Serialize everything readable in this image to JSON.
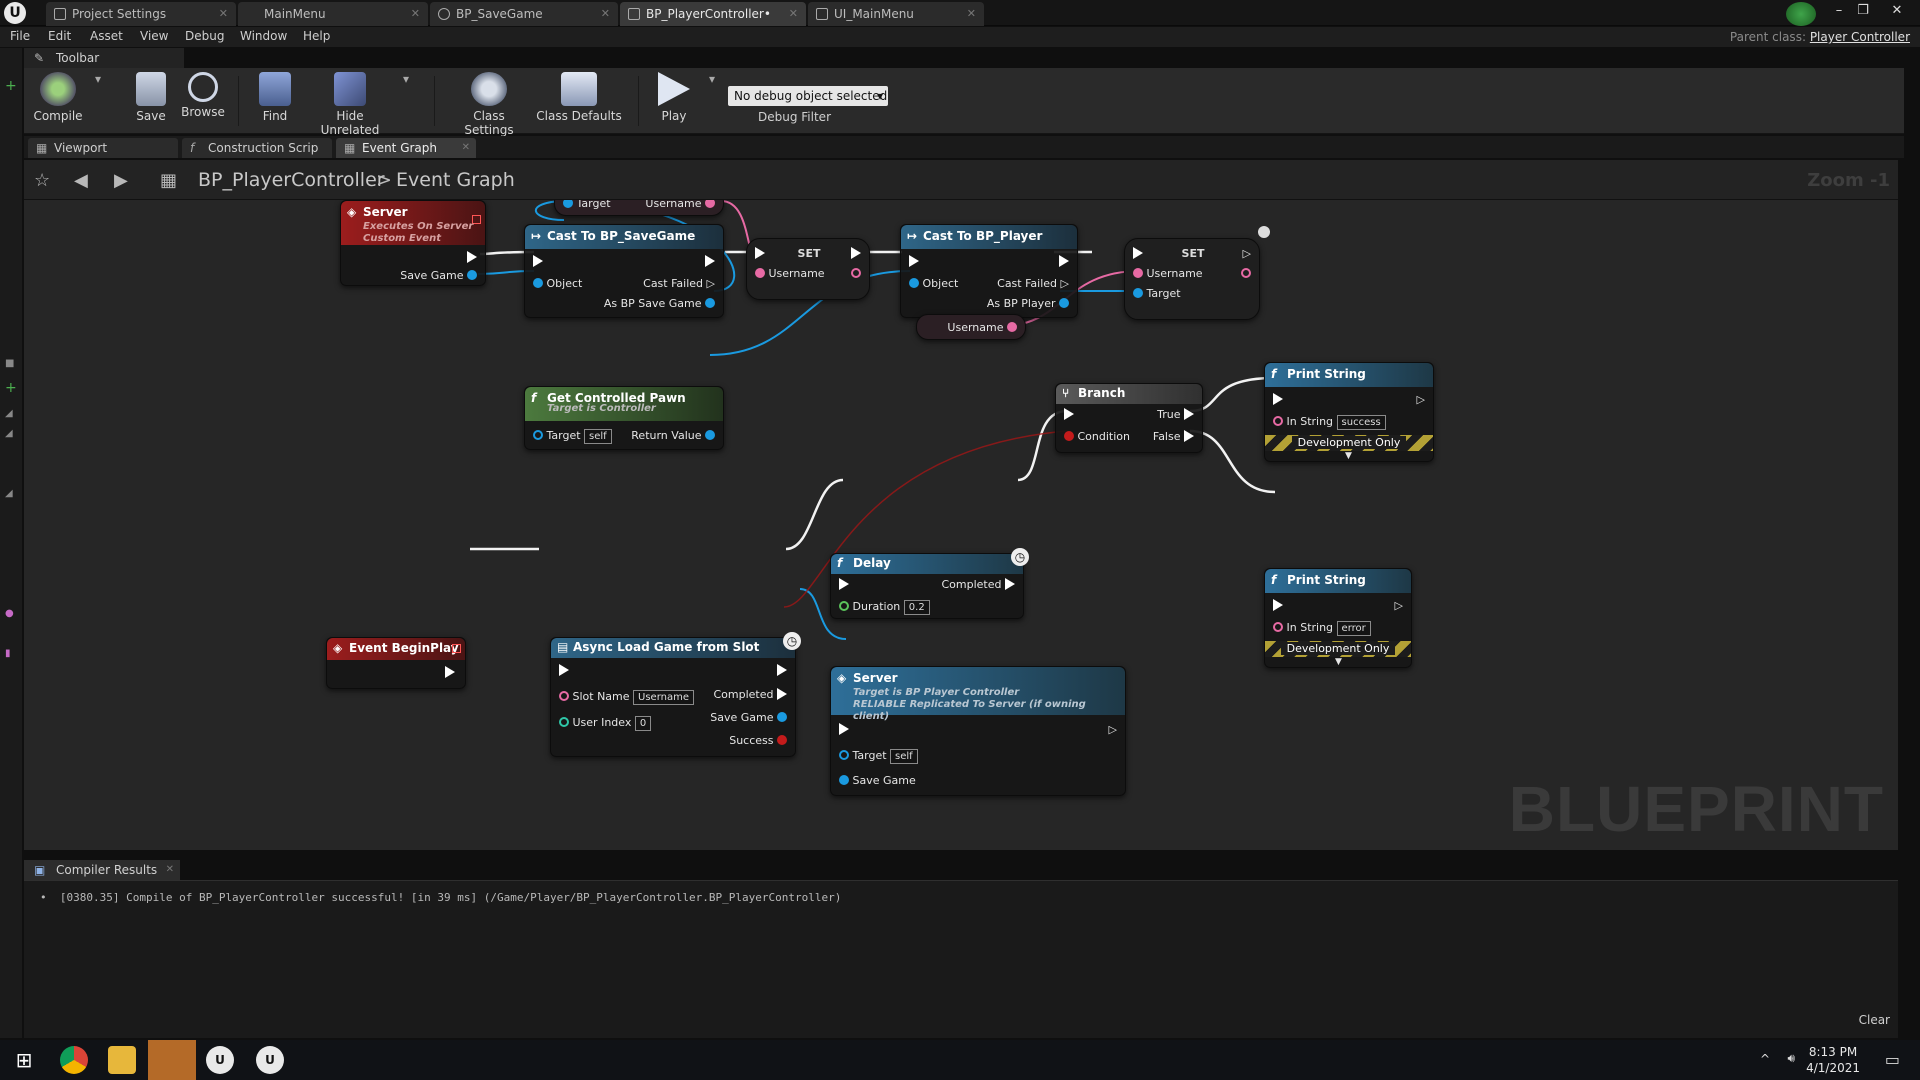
{
  "window": {
    "tabs": [
      {
        "label": "Project Settings",
        "active": false
      },
      {
        "label": "MainMenu",
        "active": false
      },
      {
        "label": "BP_SaveGame",
        "active": false
      },
      {
        "label": "BP_PlayerController•",
        "active": true
      },
      {
        "label": "UI_MainMenu",
        "active": false
      }
    ],
    "parent_class_label": "Parent class:",
    "parent_class_value": "Player Controller"
  },
  "menu": [
    "File",
    "Edit",
    "Asset",
    "View",
    "Debug",
    "Window",
    "Help"
  ],
  "toolbar": {
    "panel_title": "Toolbar",
    "buttons": [
      "Compile",
      "Save",
      "Browse",
      "Find",
      "Hide Unrelated",
      "Class Settings",
      "Class Defaults",
      "Play"
    ],
    "debug_object": "No debug object selected",
    "debug_filter": "Debug Filter"
  },
  "graph_tabs": [
    {
      "label": "Viewport",
      "active": false
    },
    {
      "label": "Construction Scrip",
      "active": false
    },
    {
      "label": "Event Graph",
      "active": true
    }
  ],
  "breadcrumb": {
    "blueprint": "BP_PlayerController",
    "separator": ">",
    "graph": "Event Graph",
    "zoom": "Zoom -1"
  },
  "graph": {
    "watermark": "BLUEPRINT",
    "nodes": {
      "server_event": {
        "title": "Server",
        "sub1": "Executes On Server",
        "sub2": "Custom Event",
        "out_pin": "Save Game"
      },
      "target_get": {
        "target": "Target",
        "username": "Username"
      },
      "cast_savegame": {
        "title": "Cast To BP_SaveGame",
        "object": "Object",
        "cast_failed": "Cast Failed",
        "as": "As BP Save Game"
      },
      "set1": {
        "title": "SET",
        "pin": "Username"
      },
      "cast_player": {
        "title": "Cast To BP_Player",
        "object": "Object",
        "cast_failed": "Cast Failed",
        "as": "As BP Player"
      },
      "set2": {
        "title": "SET",
        "pin_username": "Username",
        "pin_target": "Target"
      },
      "username_get": {
        "label": "Username"
      },
      "get_pawn": {
        "title": "Get Controlled Pawn",
        "sub": "Target is Controller",
        "target": "Target",
        "target_val": "self",
        "return": "Return Value"
      },
      "print1": {
        "title": "Print String",
        "in_string": "In String",
        "value": "success",
        "dev": "Development Only"
      },
      "branch": {
        "title": "Branch",
        "true": "True",
        "false": "False",
        "condition": "Condition"
      },
      "print2": {
        "title": "Print String",
        "in_string": "In String",
        "value": "error",
        "dev": "Development Only"
      },
      "delay": {
        "title": "Delay",
        "completed": "Completed",
        "duration": "Duration",
        "duration_val": "0.2"
      },
      "begin_play": {
        "title": "Event BeginPlay"
      },
      "async_load": {
        "title": "Async Load Game from Slot",
        "slot": "Slot Name",
        "slot_val": "Username",
        "user_index": "User Index",
        "user_index_val": "0",
        "completed": "Completed",
        "save_game": "Save Game",
        "success": "Success"
      },
      "server_call": {
        "title": "Server",
        "sub1": "Target is BP Player Controller",
        "sub2": "RELIABLE Replicated To Server (if owning client)",
        "target": "Target",
        "target_val": "self",
        "save_game": "Save Game"
      }
    }
  },
  "compiler": {
    "tab": "Compiler Results",
    "line": "[0380.35] Compile of BP_PlayerController successful! [in 39 ms] (/Game/Player/BP_PlayerController.BP_PlayerController)",
    "clear": "Clear"
  },
  "taskbar": {
    "time": "8:13 PM",
    "date": "4/1/2021"
  },
  "colors": {
    "exec": "#ffffff",
    "object_pin": "#1a9ae0",
    "string_pin": "#e76aa4",
    "bool_pin": "#c41b1b",
    "event_header": "#9c1d1d",
    "function_header": "#2e6f99",
    "pure_header": "#4c7a3e"
  }
}
